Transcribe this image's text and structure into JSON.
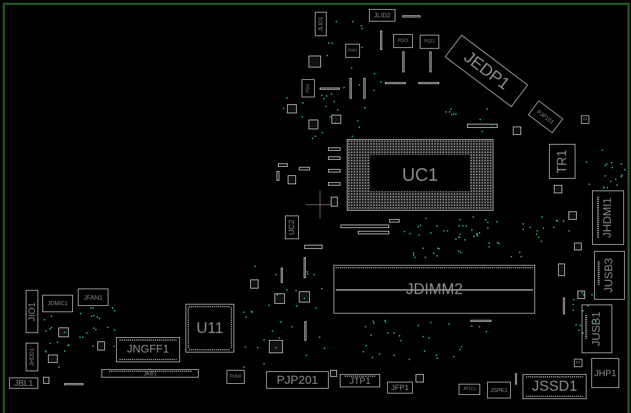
{
  "view": {
    "title": "PCB board layout viewer",
    "outline_color": "#1e5a1e",
    "silkscreen_color": "#bdbdbd",
    "via_color": "#2aa39a",
    "cursor_color": "#8a6f75"
  },
  "components": {
    "UC1": "UC1",
    "JDIMM2": "JDIMM2",
    "JEDP1": "JEDP1",
    "PJP101": "PJP101",
    "TR1": "TR1",
    "JHDMI1": "JHDMI1",
    "JUSB3": "JUSB3",
    "JUSB1": "JUSB1",
    "JHP1": "JHP1",
    "JSSD1": "JSSD1",
    "JSPK1": "JSPK1",
    "JRTC1": "JRTC1",
    "JFP1": "JFP1",
    "JTP1": "JTP1",
    "PJP201": "PJP201",
    "PUM2": "PUM2",
    "JKB1": "JKB1",
    "JNGFF1": "JNGFF1",
    "U11": "U11",
    "JBL1": "JBL1",
    "JHDD1": "JHDD1",
    "JIO1": "JIO1",
    "JDMIC1": "JDMIC1",
    "JFAN1": "JFAN1",
    "UC2": "UC2",
    "JLID1": "JLID1",
    "JLID2": "JLID2",
    "PQZ1": "PQZ1",
    "PQZ2": "PQZ2",
    "PUZ1": "PUZ1",
    "PQ03": "PQ03",
    "D1": "D1",
    "D3": "D3"
  }
}
